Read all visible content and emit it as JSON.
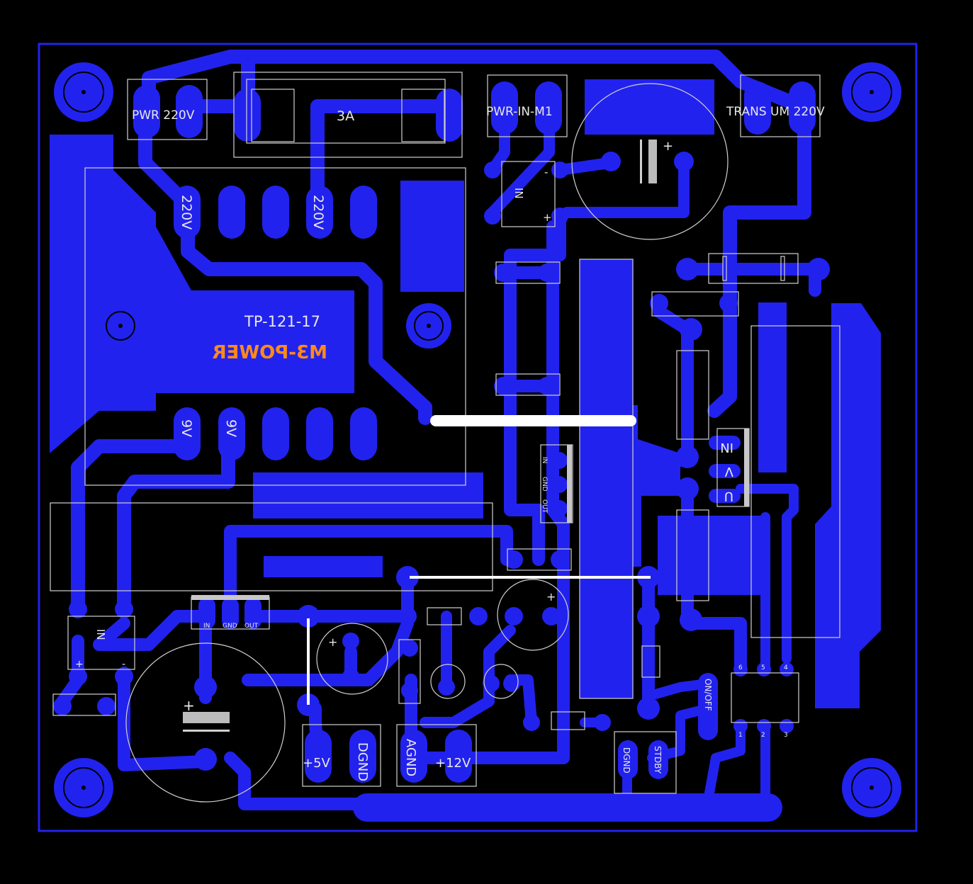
{
  "board": {
    "outline_color": "#2222ee",
    "copper_color": "#2222ee",
    "silk_color": "#e8e8e8",
    "accent_color": "#ff8a1a",
    "background_color": "#000000"
  },
  "connectors": {
    "pwr_in": "PWR 220V",
    "fuse": "3A",
    "pwr_in_m1": "PWR-IN-M1",
    "trans_um": "TRANS UM 220V",
    "out_5v": "+5V",
    "out_dgnd": "DGND",
    "out_agnd": "AGND",
    "out_12v": "+12V",
    "dgnd_small": "DGND",
    "stdby": "STDBY",
    "on_off": "ON/OFF"
  },
  "transformer": {
    "model": "TP-121-17",
    "brand": "M3-POWER",
    "primary_left": "220V",
    "primary_right": "220V",
    "secondary_left": "9V",
    "secondary_right": "9V"
  },
  "bridges": {
    "label": "IN",
    "minus": "-",
    "plus": "+"
  },
  "regulators": {
    "pin_in": "IN",
    "pin_gnd": "GND",
    "pin_out": "OUT"
  },
  "relay": {
    "in": "IN",
    "v": "V",
    "u": "U"
  },
  "capacitor_plus": "+",
  "ic_pins": [
    "6",
    "5",
    "4",
    "1",
    "2",
    "3"
  ]
}
